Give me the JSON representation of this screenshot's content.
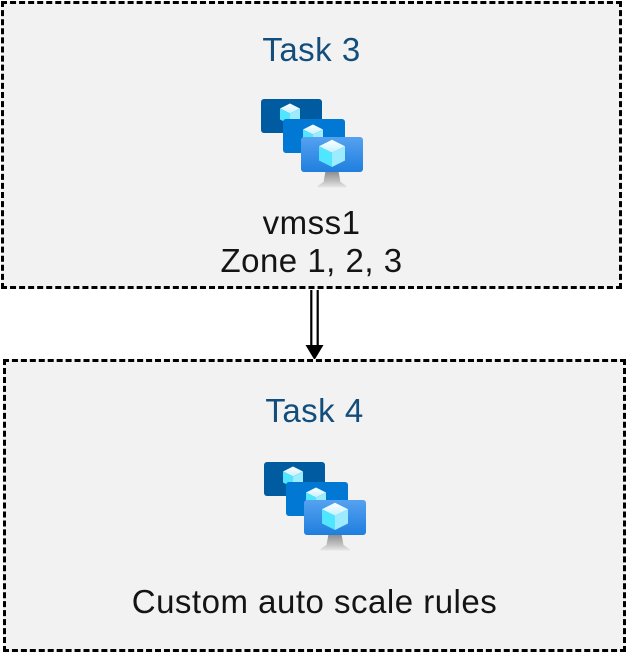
{
  "diagram": {
    "boxes": [
      {
        "title": "Task 3",
        "icon": "vmss-icon",
        "lines": [
          "vmss1",
          "Zone 1, 2, 3"
        ]
      },
      {
        "title": "Task 4",
        "icon": "vmss-icon",
        "lines": [
          "Custom auto scale rules"
        ]
      }
    ],
    "connector": {
      "style": "double-line",
      "direction": "down"
    }
  },
  "colors": {
    "page_background": "#FFFFFF",
    "box_background": "#F2F2F2",
    "box_border": "#000000",
    "title_text": "#124D7C",
    "body_text": "#141414",
    "arrow": "#000000",
    "icon": {
      "monitor_back": "#005BA1",
      "monitor_middle": "#0078D4",
      "monitor_front_top": "#55A2F0",
      "monitor_front_bottom": "#1F7FDE",
      "cube_left": "#50E6FF",
      "cube_right": "#9CEBFF",
      "cube_top_start": "#FFFFFF",
      "cube_top_end": "#C3F1FF",
      "stand_top": "#8A8A8A",
      "stand_bottom": "#C4C4C4",
      "base_top": "#C4C4C4",
      "base_bottom": "#E8E8E8"
    }
  }
}
